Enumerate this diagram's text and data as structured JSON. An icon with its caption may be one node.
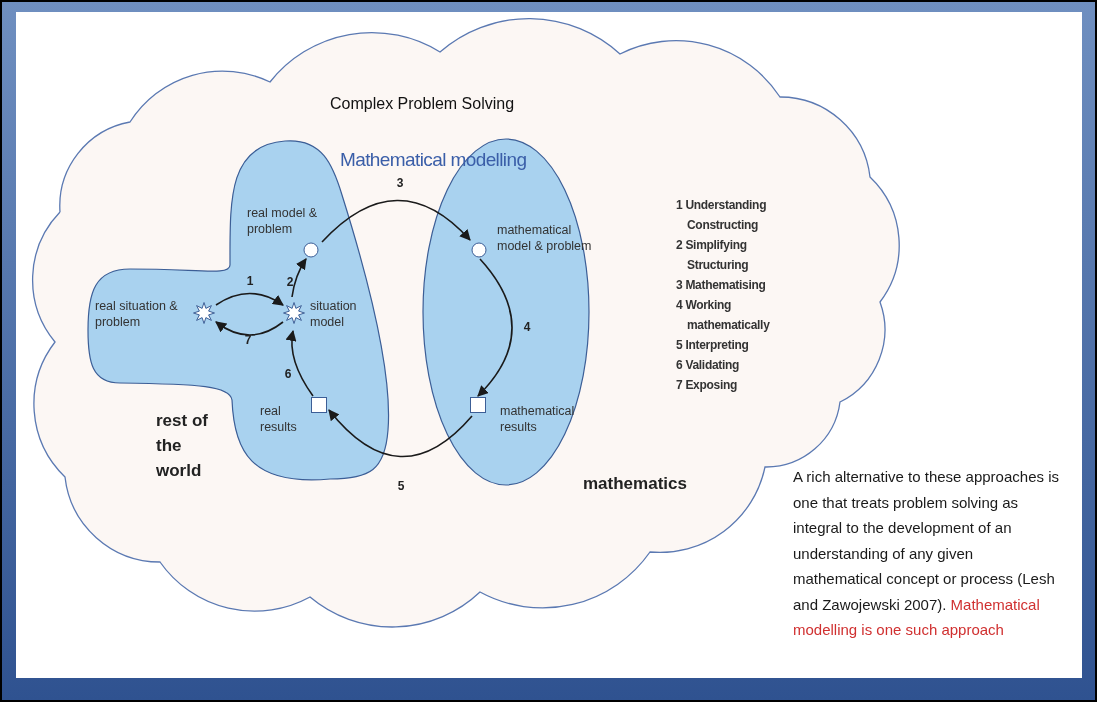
{
  "diagram": {
    "nodes": [
      {
        "text": [
          "Complex Problem Solving"
        ]
      },
      {
        "text": [
          "rest of the world"
        ],
        "in": 0
      },
      {
        "text": [
          "mathematics"
        ],
        "in": 0
      },
      {
        "text": [
          "real situation & problem"
        ],
        "in": 1
      },
      {
        "text": [
          "situation model"
        ],
        "in": 1
      },
      {
        "text": [
          "real model & problem"
        ],
        "in": 1
      },
      {
        "text": [
          "mathematical model & problem"
        ],
        "in": 2
      },
      {
        "text": [
          "mathematical results"
        ],
        "in": 2
      },
      {
        "text": [
          "real results"
        ],
        "in": 1
      }
    ],
    "edges": [
      {
        "from": 3,
        "to": 4,
        "arrow": "to",
        "label": "1"
      },
      {
        "from": 4,
        "to": 5,
        "arrow": "to",
        "label": "2"
      },
      {
        "from": 5,
        "to": 6,
        "arrow": "to",
        "label": "3"
      },
      {
        "from": 6,
        "to": 7,
        "arrow": "to",
        "label": "4"
      },
      {
        "from": 7,
        "to": 8,
        "arrow": "to",
        "label": "5"
      },
      {
        "from": 8,
        "to": 4,
        "arrow": "to",
        "label": "6"
      },
      {
        "from": 4,
        "to": 3,
        "arrow": "to",
        "label": "7"
      }
    ],
    "labels": [
      "Mathematical modelling",
      "1 Understanding Constructing",
      "2 Simplifying Structuring",
      "3 Mathematising",
      "4 Working mathematically",
      "5 Interpreting",
      "6 Validating",
      "7 Exposing",
      "A rich alternative to these approaches is one that treats problem solving as integral to the development of an understanding of any given mathematical concept or process (Lesh and Zawojewski 2007).",
      "Mathematical modelling is one such approach"
    ]
  }
}
